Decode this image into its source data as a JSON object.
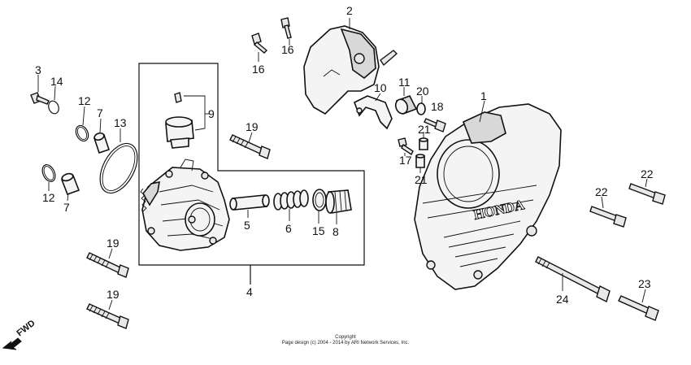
{
  "callouts": {
    "c1": "1",
    "c2": "2",
    "c3": "3",
    "c4": "4",
    "c5": "5",
    "c6": "6",
    "c7a": "7",
    "c7b": "7",
    "c8": "8",
    "c9": "9",
    "c10": "10",
    "c11": "11",
    "c12a": "12",
    "c12b": "12",
    "c13": "13",
    "c14": "14",
    "c15": "15",
    "c16a": "16",
    "c16b": "16",
    "c17": "17",
    "c18": "18",
    "c19a": "19",
    "c19b": "19",
    "c19c": "19",
    "c20": "20",
    "c21a": "21",
    "c21b": "21",
    "c22a": "22",
    "c22b": "22",
    "c23": "23",
    "c24": "24"
  },
  "cover_logo": "HONDA",
  "fwd_label": "FWD",
  "copyright_line1": "Copyright",
  "copyright_line2": "Page design (c) 2004 - 2014 by ARI Network Services, Inc."
}
